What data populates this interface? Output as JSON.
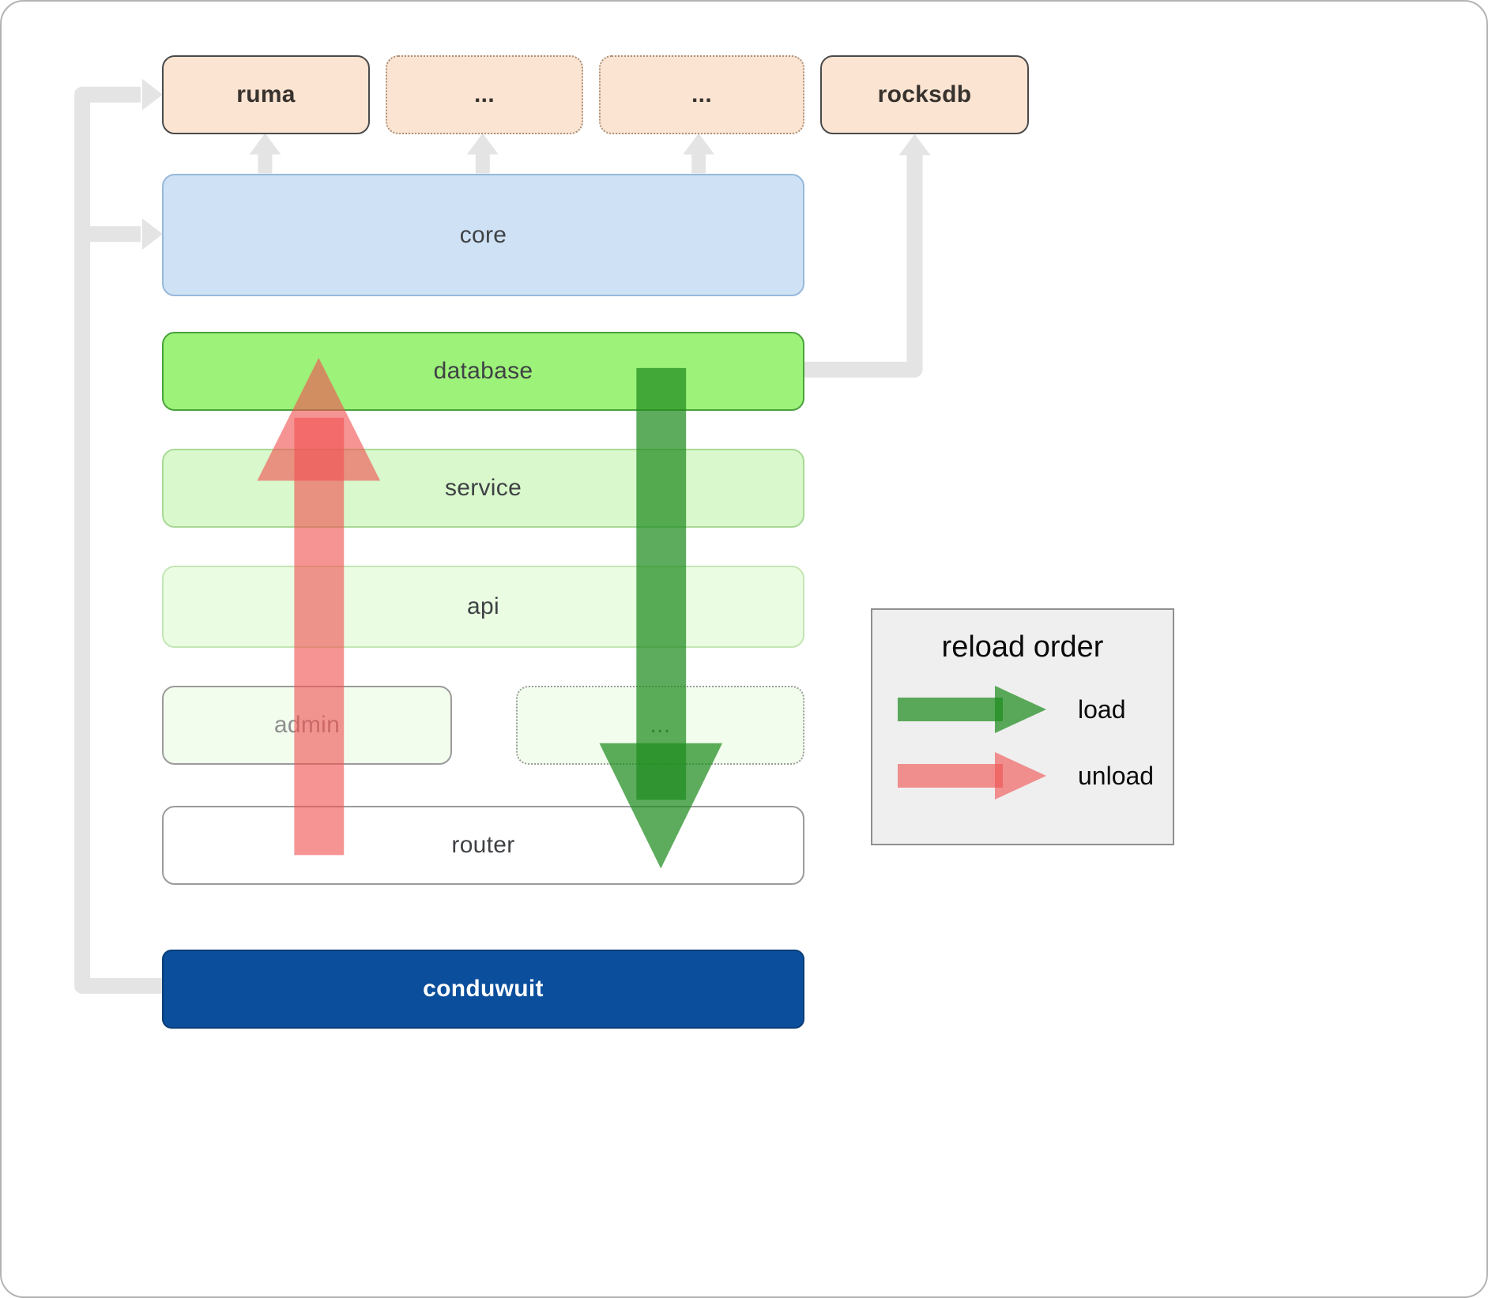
{
  "nodes": {
    "ruma": "ruma",
    "dep_2": "...",
    "dep_3": "...",
    "rocksdb": "rocksdb",
    "core": "core",
    "database": "database",
    "service": "service",
    "api": "api",
    "admin": "admin",
    "more_services": "...",
    "router": "router",
    "conduwuit": "conduwuit"
  },
  "legend": {
    "title": "reload order",
    "items": [
      {
        "label": "load",
        "color": "#1f8c1f"
      },
      {
        "label": "unload",
        "color": "#f05252"
      }
    ]
  },
  "colors": {
    "dependency_fill": "#fce4d2",
    "core_fill": "#cfe2f5",
    "database_fill": "#9df279",
    "service_fill": "#d9f8cc",
    "api_fill": "#eafce2",
    "admin_fill": "#f2fdee",
    "router_fill": "#ffffff",
    "conduwuit_fill": "#0b4e9b",
    "connector_gray": "#e4e4e4",
    "load_arrow_green": "#1f8c1f",
    "unload_arrow_red": "#f05252"
  }
}
